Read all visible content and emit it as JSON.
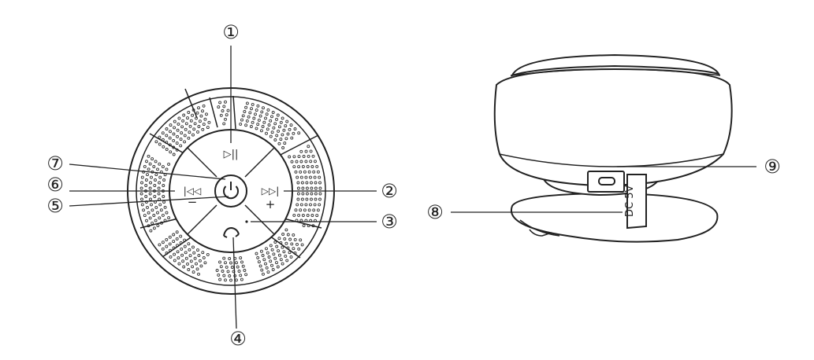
{
  "front_view": {
    "buttons": {
      "play_pause": "▷||",
      "next": "▷▷|",
      "prev": "|◁◁",
      "plus": "+",
      "minus": "−"
    },
    "callouts": [
      "①",
      "②",
      "③",
      "④",
      "⑤",
      "⑥",
      "⑦"
    ]
  },
  "side_view": {
    "port_label": "DC 5V",
    "callouts": [
      "⑧",
      "⑨"
    ]
  }
}
